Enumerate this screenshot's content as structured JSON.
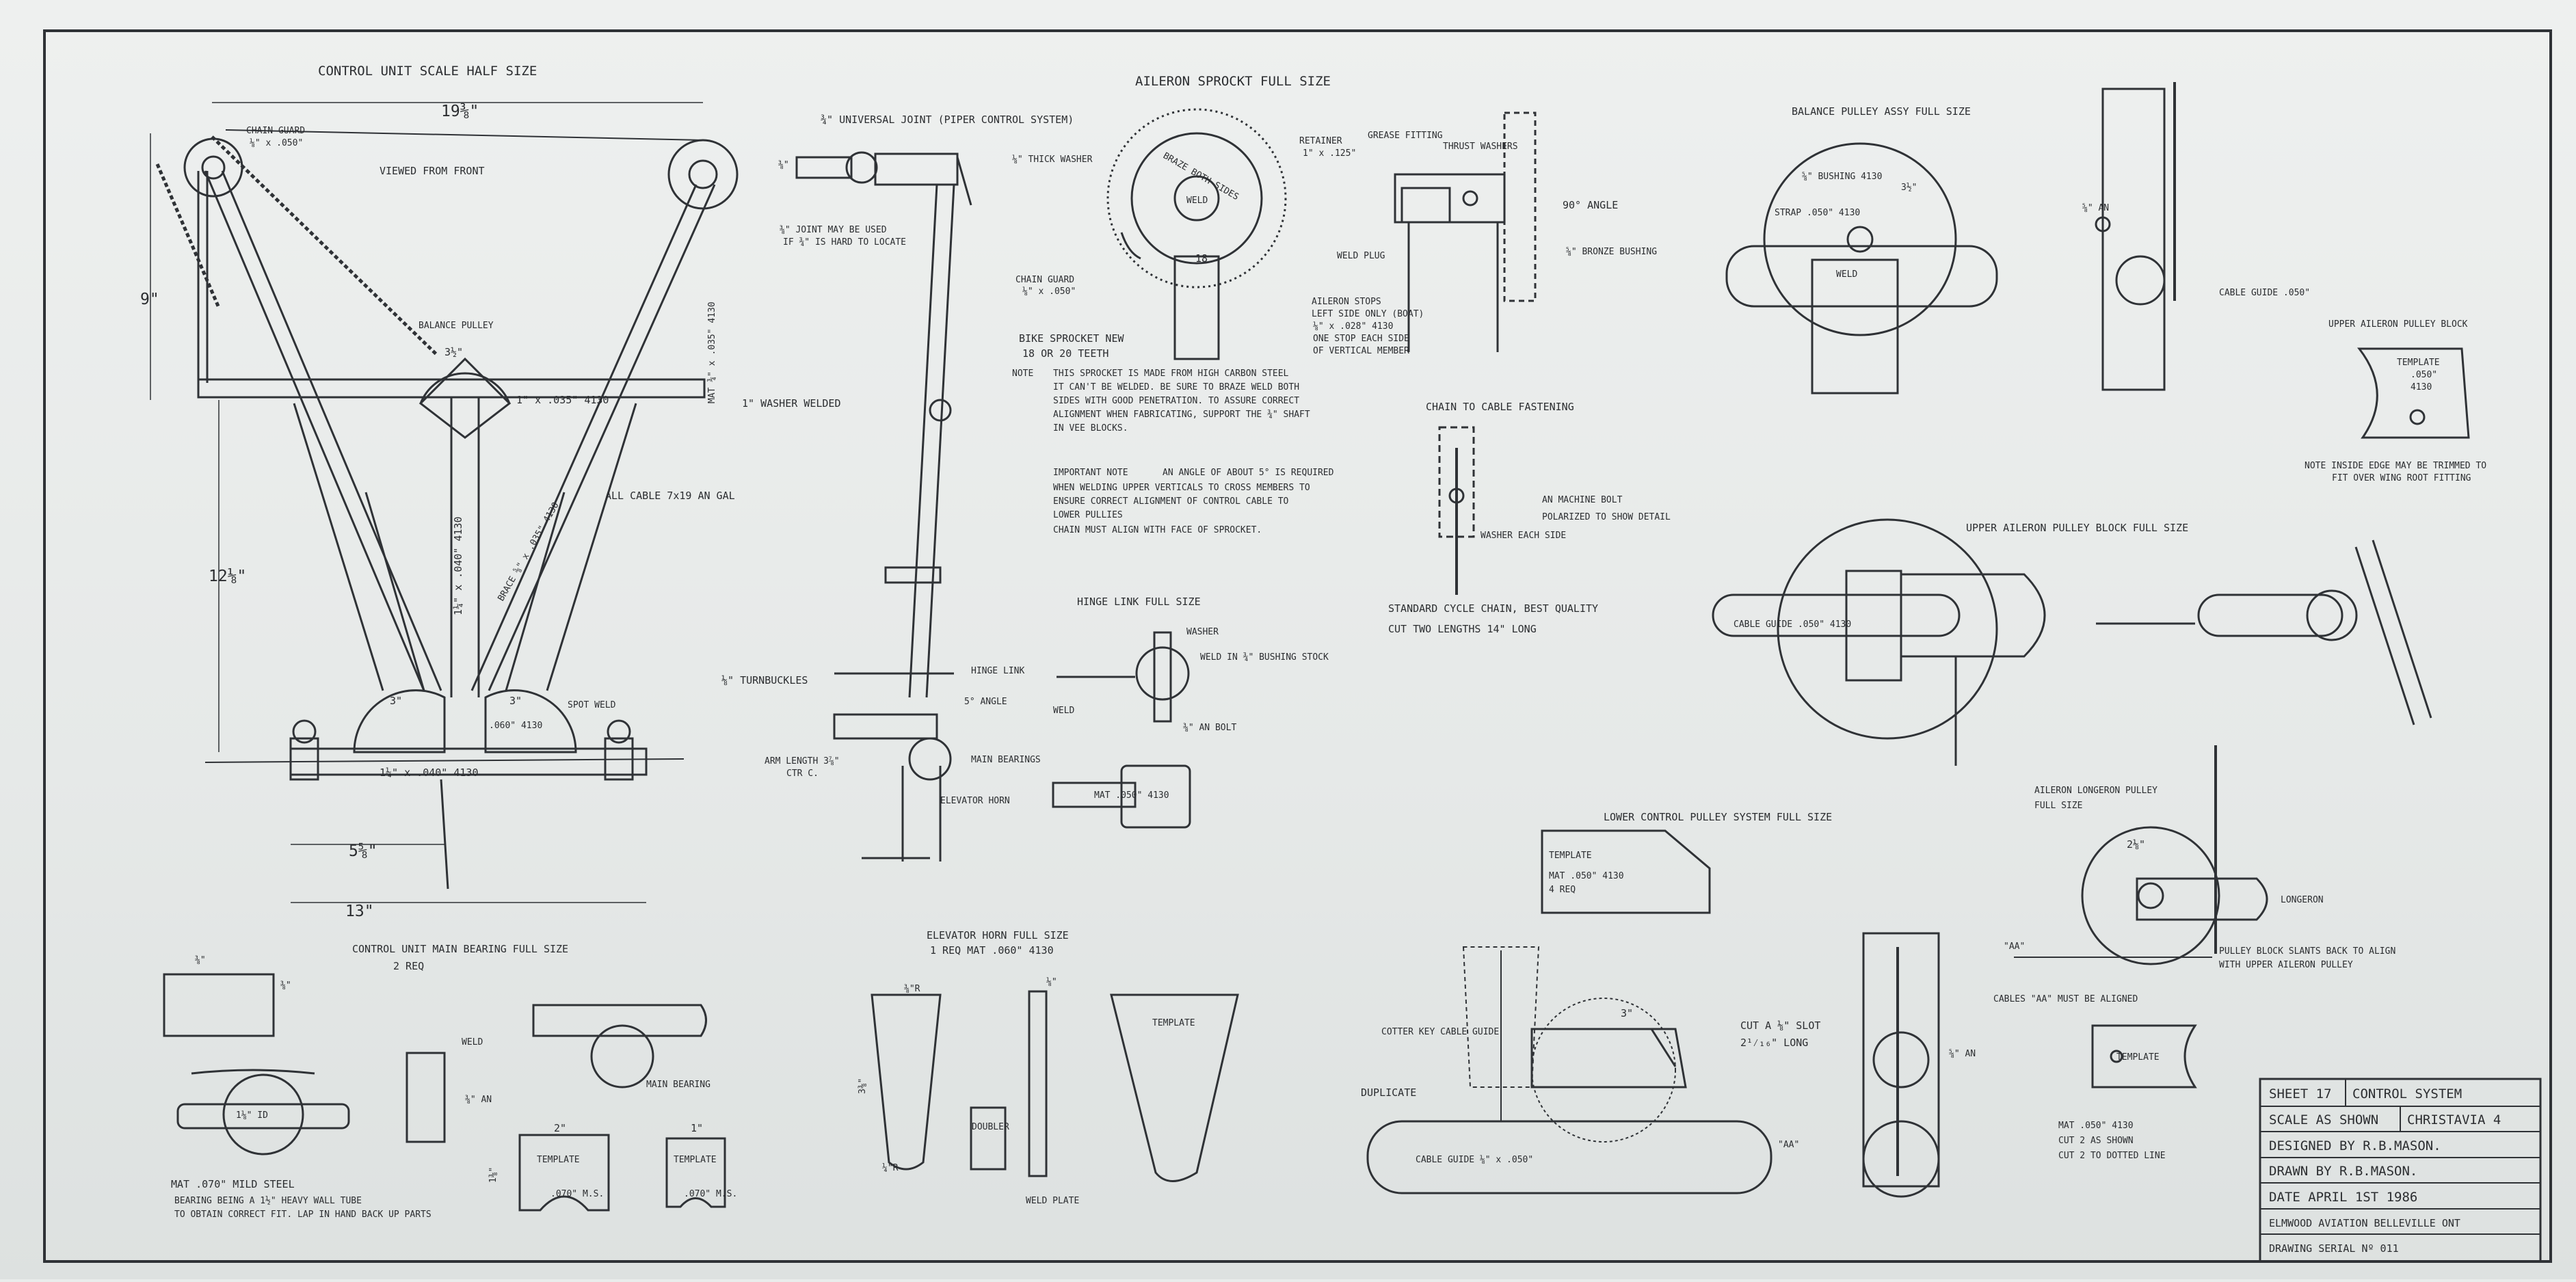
{
  "drawing": {
    "control_unit": {
      "title": "CONTROL UNIT   SCALE  HALF SIZE",
      "viewed_from_front": "VIEWED FROM FRONT",
      "chain_guard": "CHAIN GUARD",
      "chain_guard_mat": "⅛\" x .050\"",
      "width_top": "19⅜\"",
      "height_left": "9\"",
      "height_mid": "12⅛\"",
      "width_bottom": "13\"",
      "width_half": "5⅝\"",
      "balance_pulley": "BALANCE PULLEY",
      "pulley_dim": "3½\"",
      "crossbar": "1\" x .035\" 4130",
      "washer_welded": "1\" WASHER WELDED",
      "all_cable": "ALL CABLE  7x19 AN GAL",
      "vertical_tube": "1¼\" x .040\" 4130",
      "brace": "BRACE ⅝\" x .035\" 4130",
      "strap": "MAT ¾\" x .035\" 4130",
      "pulley_3_left": "3\"",
      "pulley_3_right": "3\"",
      "pulley_mat": ".060\" 4130",
      "spot_weld": "SPOT WELD",
      "bottom_tube": "1¼\" x .040\" 4130"
    },
    "universal_joint": {
      "label": "¾\" UNIVERSAL JOINT  (PIPER CONTROL SYSTEM)",
      "note_a": "⅜\" JOINT MAY BE USED",
      "note_b": "IF ¾\" IS HARD TO LOCATE",
      "shaft_dim": "⅜\"",
      "turnbuckles": "⅛\" TURNBUCKLES",
      "hinge_link": "HINGE LINK",
      "angle_5": "5° ANGLE",
      "main_bearings": "MAIN BEARINGS",
      "arm_length": "ARM LENGTH 3⅞\"",
      "ctr_c": "CTR C.",
      "elevator_horn": "ELEVATOR HORN"
    },
    "sprocket": {
      "title": "AILERON SPROCKT  FULL SIZE",
      "thick_washer": "⅛\" THICK WASHER",
      "braze": "BRAZE BOTH SIDES",
      "weld": "WELD",
      "teeth": "18",
      "chain_guard": "CHAIN GUARD",
      "chain_guard_mat": "⅛\" x .050\"",
      "bike_sprocket_1": "BIKE SPROCKET NEW",
      "bike_sprocket_2": "18 OR 20 TEETH",
      "retainer": "RETAINER",
      "retainer_mat": "1\" x .125\"",
      "grease": "GREASE FITTING",
      "thrust": "THRUST WASHERS",
      "angle90": "90° ANGLE",
      "bronze": "⅝\" BRONZE BUSHING",
      "weld_plug": "WELD PLUG",
      "stops_1": "AILERON STOPS",
      "stops_2": "LEFT SIDE ONLY (BOAT)",
      "stops_3": "⅛\" x .028\" 4130",
      "stops_4": "ONE STOP EACH SIDE",
      "stops_5": "OF VERTICAL MEMBER"
    },
    "note": {
      "label": "NOTE",
      "l1": "THIS SPROCKET IS MADE FROM HIGH CARBON STEEL",
      "l2": "IT CAN'T BE WELDED.  BE SURE TO BRAZE WELD BOTH",
      "l3": "SIDES WITH GOOD PENETRATION. TO ASSURE CORRECT",
      "l4": "ALIGNMENT WHEN FABRICATING, SUPPORT THE ¾\" SHAFT",
      "l5": "IN VEE BLOCKS."
    },
    "important_note": {
      "label": "IMPORTANT NOTE",
      "l1": "AN ANGLE OF ABOUT 5° IS REQUIRED",
      "l2": "WHEN WELDING UPPER VERTICALS TO CROSS MEMBERS TO",
      "l3": "ENSURE CORRECT ALIGNMENT OF CONTROL CABLE TO",
      "l4": "LOWER PULLIES",
      "l5": "CHAIN MUST ALIGN WITH FACE OF SPROCKET."
    },
    "hinge": {
      "title": "HINGE LINK  FULL SIZE",
      "washer": "WASHER",
      "weld_in": "WELD IN ¾\" BUSHING STOCK",
      "weld": "WELD",
      "an_bolt": "⅜\" AN BOLT",
      "mat": "MAT .050\" 4130"
    },
    "chain_cable": {
      "title": "CHAIN TO CABLE FASTENING",
      "bolt_1": "AN MACHINE BOLT",
      "bolt_2": "POLARIZED TO SHOW DETAIL",
      "washer": "WASHER EACH SIDE",
      "std_chain": "STANDARD CYCLE CHAIN, BEST QUALITY",
      "cut_two": "CUT TWO LENGTHS 14\" LONG"
    },
    "balance_pulley": {
      "title": "BALANCE PULLEY ASSY  FULL SIZE",
      "bushing": "⅝\" BUSHING 4130",
      "strap": "STRAP .050\" 4130",
      "dim": "3½\"",
      "weld": "WELD",
      "an": "⅝\" AN",
      "cable_guide": "CABLE GUIDE .050\""
    },
    "upper_block": {
      "title": "UPPER AILERON PULLEY BLOCK",
      "template": "TEMPLATE",
      "mat_1": ".050\"",
      "mat_2": "4130",
      "note_1": "NOTE  INSIDE EDGE MAY BE TRIMMED TO",
      "note_2": "FIT OVER WING ROOT FITTING"
    },
    "upper_full": {
      "title": "UPPER AILERON PULLEY BLOCK  FULL SIZE",
      "cable_guide": "CABLE GUIDE .050\" 4130"
    },
    "elevator_horn": {
      "title": "ELEVATOR HORN  FULL SIZE",
      "req": "1 REQ  MAT .060\" 4130",
      "r_top": "⅜\"R",
      "height": "3⅜\"",
      "r_bot": "¼\"R",
      "top_dim": "⅛\"",
      "template": "TEMPLATE",
      "doubler": "DOUBLER",
      "weld_plate": "WELD PLATE"
    },
    "lower_system": {
      "title": "LOWER CONTROL PULLEY SYSTEM  FULL SIZE",
      "template": "TEMPLATE",
      "mat": "MAT .050\" 4130",
      "req": "4 REQ",
      "cotter": "COTTER KEY CABLE GUIDE",
      "dim3": "3\"",
      "cut_slot_1": "CUT A ⅛\" SLOT",
      "cut_slot_2": "2¹⁄₁₆\" LONG",
      "duplicate": "DUPLICATE",
      "cable_guide": "CABLE GUIDE ⅛\" x .050\"",
      "aa": "\"AA\"",
      "an": "⅝\" AN"
    },
    "longeron": {
      "title_1": "AILERON LONGERON PULLEY",
      "title_2": "FULL SIZE",
      "dim": "2⅛\"",
      "longeron": "LONGERON",
      "aa": "\"AA\"",
      "slants_1": "PULLEY BLOCK SLANTS BACK TO ALIGN",
      "slants_2": "WITH UPPER AILERON PULLEY",
      "aligned": "CABLES \"AA\" MUST BE ALIGNED",
      "template": "TEMPLATE",
      "mat": "MAT .050\" 4130",
      "cut_1": "CUT 2 AS SHOWN",
      "cut_2": "CUT 2 TO DOTTED LINE"
    },
    "main_bearing": {
      "title": "CONTROL UNIT MAIN BEARING  FULL SIZE",
      "req": "2 REQ",
      "dim_top": "⅜\"",
      "dim_side": "⅜\"",
      "bore": "1⅛\" ID",
      "an": "⅜\" AN",
      "weld": "WELD",
      "main_bearing": "MAIN BEARING",
      "w2": "2\"",
      "w1": "1\"",
      "template": "TEMPLATE",
      "mat_1": ".070\" M.S.",
      "mat_2": ".070\" M.S.",
      "h_dim": "1⅜\"",
      "mat": "MAT .070\" MILD STEEL",
      "bearing_1": "BEARING BEING A 1½\" HEAVY WALL TUBE",
      "bearing_2": "TO OBTAIN CORRECT FIT. LAP IN HAND BACK UP PARTS"
    },
    "title_block": {
      "sheet": "SHEET 17",
      "system": "CONTROL SYSTEM",
      "scale": "SCALE  AS SHOWN",
      "aircraft": "CHRISTAVIA 4",
      "designed": "DESIGNED BY  R.B.MASON.",
      "drawn": "DRAWN BY    R.B.MASON.",
      "date": "DATE   APRIL 1ST 1986",
      "company": "ELMWOOD AVIATION BELLEVILLE ONT",
      "serial": "DRAWING SERIAL Nº 011"
    }
  }
}
